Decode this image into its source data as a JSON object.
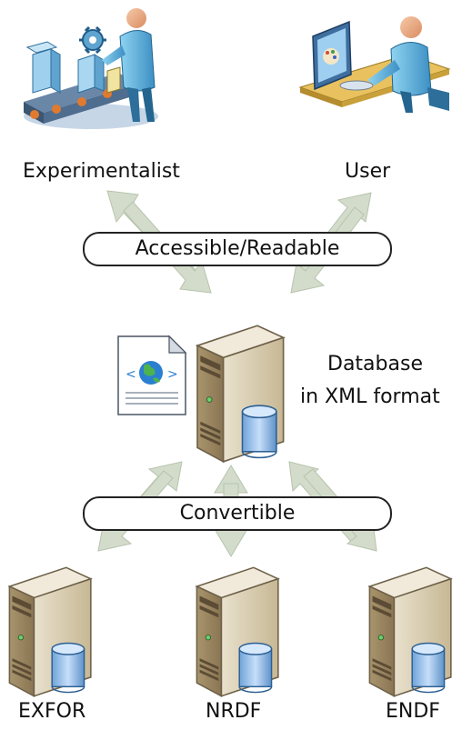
{
  "actors": {
    "experimentalist": "Experimentalist",
    "user": "User"
  },
  "links": {
    "top": "Accessible/Readable",
    "bottom": "Convertible"
  },
  "database": {
    "line1": "Database",
    "line2": "in XML format",
    "doc_icon": "xml-document-icon"
  },
  "sources": [
    "EXFOR",
    "NRDF",
    "ENDF"
  ],
  "colors": {
    "arrow_fill": "#d3dccb",
    "arrow_stroke": "#b7c3ad",
    "server_body": "#cfc2a4",
    "cylinder": "#9fc3e8"
  }
}
